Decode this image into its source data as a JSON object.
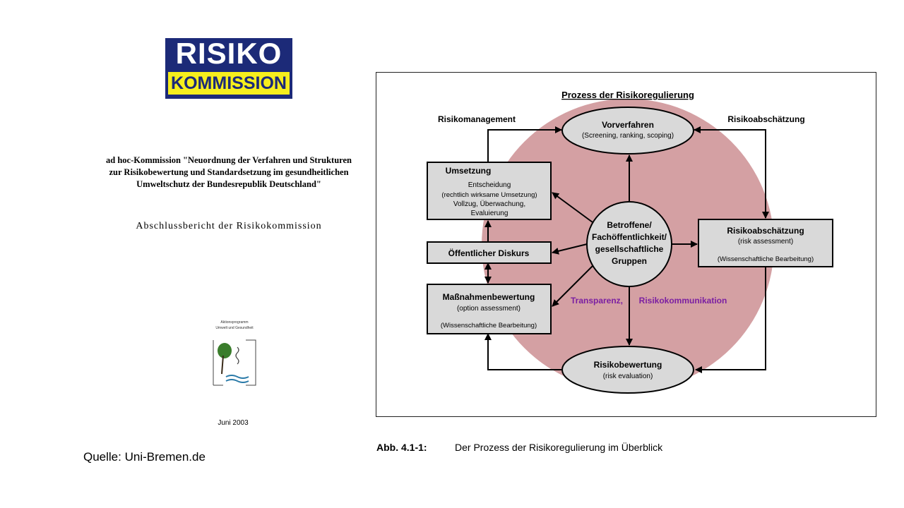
{
  "logo": {
    "line1": "RISIKO",
    "line2": "KOMMISSION"
  },
  "report": {
    "title": "ad hoc-Kommission \"Neuordnung der Verfahren und Strukturen\nzur Risikobewertung und Standardsetzung im gesundheitlichen\nUmweltschutz der Bundesrepublik Deutschland\"",
    "subtitle": "Abschlussbericht der Risikokommission",
    "program_line1": "Aktionsprogramm",
    "program_line2": "Umwelt und Gesundheit",
    "date": "Juni 2003"
  },
  "source": "Quelle: Uni-Bremen.de",
  "diagram": {
    "title": "Prozess der Risikoregulierung",
    "label_left": "Risikomanagement",
    "label_right": "Risikoabschätzung",
    "vorverfahren": {
      "title": "Vorverfahren",
      "sub": "(Screening, ranking, scoping)"
    },
    "umsetzung": {
      "title": "Umsetzung",
      "line1": "Entscheidung",
      "line2": "(rechtlich wirksame Umsetzung)",
      "line3": "Vollzug, Überwachung,",
      "line4": "Evaluierung"
    },
    "diskurs": {
      "title": "Öffentlicher Diskurs"
    },
    "massnahmen": {
      "title": "Maßnahmenbewertung",
      "sub": "(option assessment)",
      "note": "(Wissenschaftliche Bearbeitung)"
    },
    "center": {
      "line1": "Betroffene/",
      "line2": "Fachöffentlichkeit/",
      "line3": "gesellschaftliche",
      "line4": "Gruppen"
    },
    "abschaetzung": {
      "title": "Risikoabschätzung",
      "sub": "(risk assessment)",
      "note": "(Wissenschaftliche Bearbeitung)"
    },
    "bewertung": {
      "title": "Risikobewertung",
      "sub": "(risk evaluation)"
    },
    "transparenz": "Transparenz,",
    "kommunikation": "Risikokommunikation"
  },
  "caption": {
    "label": "Abb. 4.1-1:",
    "text": "Der Prozess der Risikoregulierung im Überblick"
  },
  "colors": {
    "circle": "#d4a0a3",
    "box": "#d9d9d9",
    "purple": "#7b1fa2",
    "logo_blue": "#1c2a78",
    "logo_yellow": "#f6ee1d"
  }
}
